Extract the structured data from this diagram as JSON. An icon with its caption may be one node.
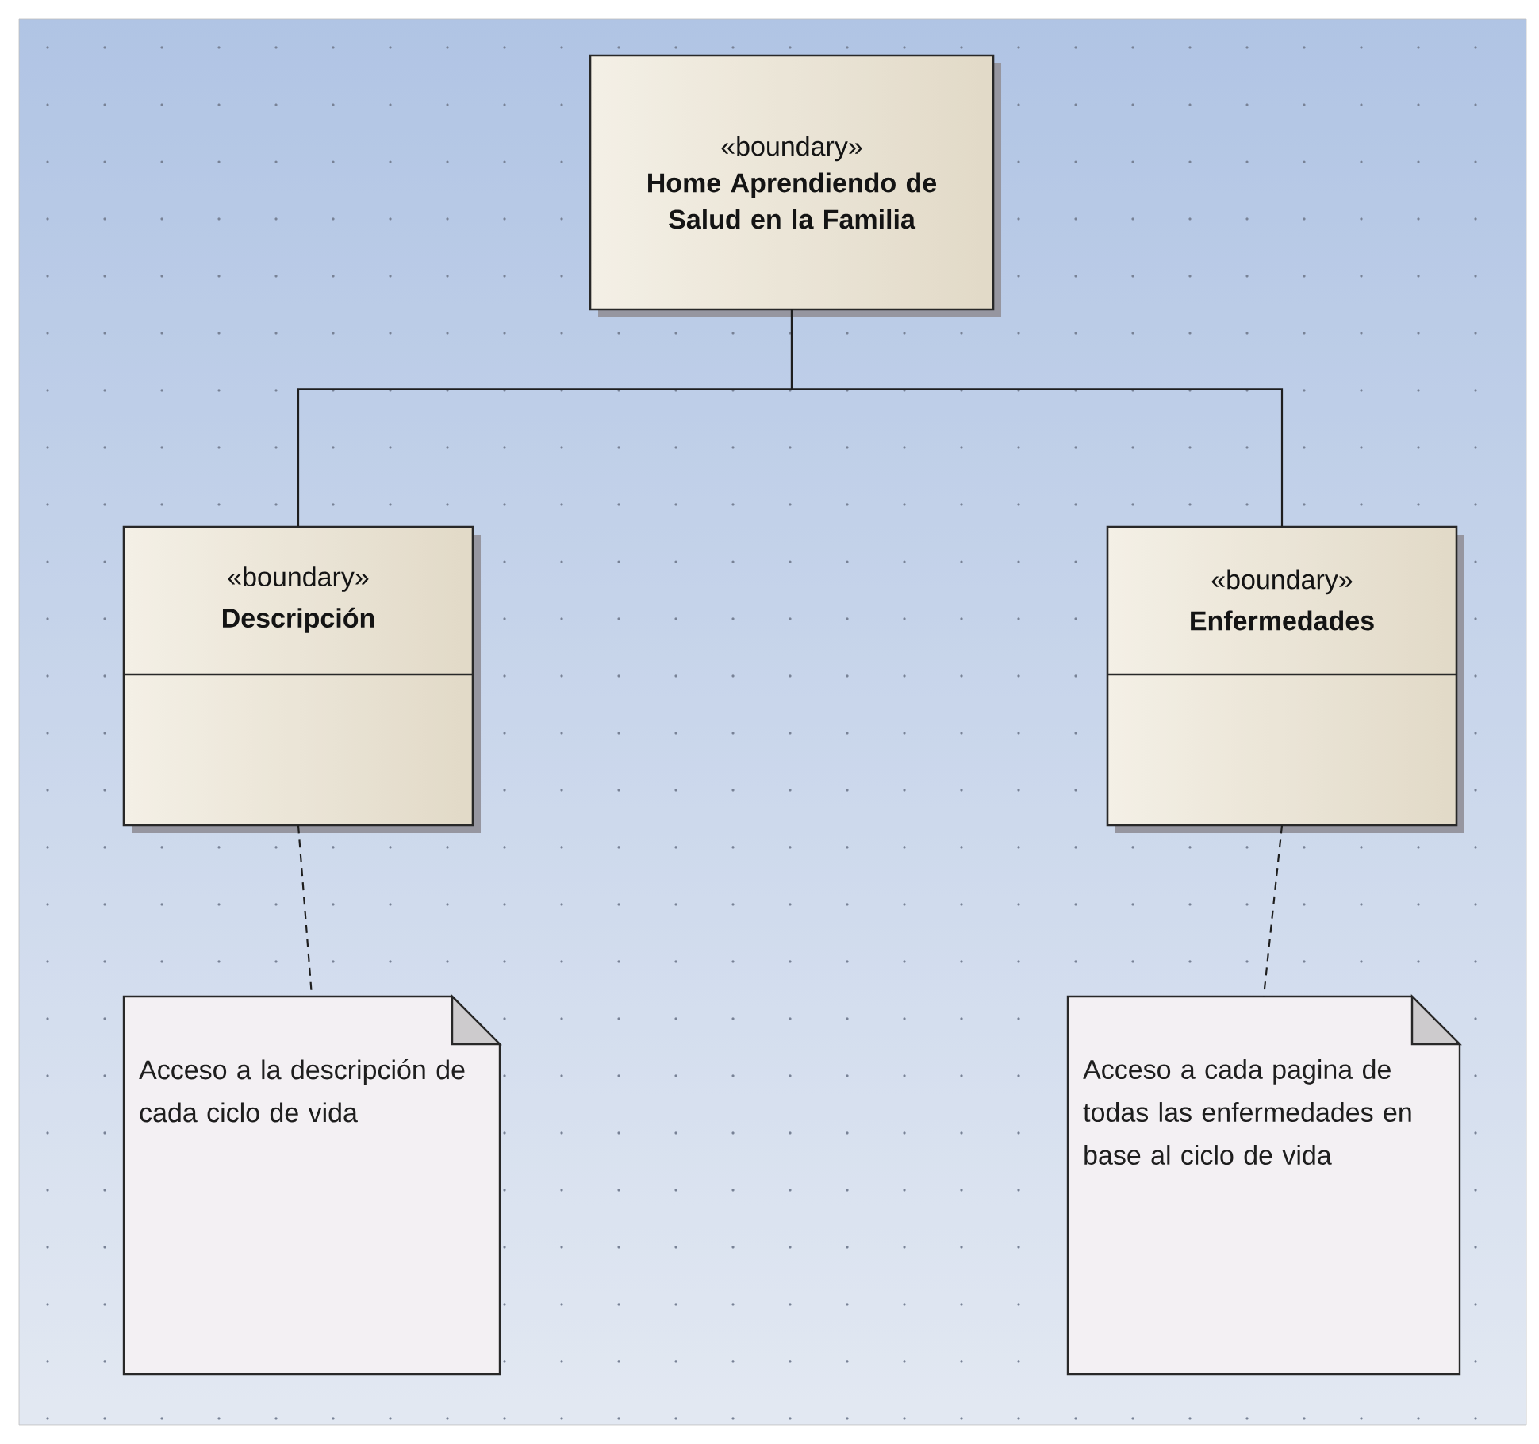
{
  "diagram": {
    "nodes": [
      {
        "text": [
          "«boundary»",
          "Home Aprendiendo de Salud en la Familia"
        ]
      },
      {
        "text": [
          "«boundary»",
          "Descripción"
        ]
      },
      {
        "text": [
          "«boundary»",
          "Enfermedades"
        ]
      },
      {
        "text": [
          "Acceso a la descripción de cada ciclo de vida"
        ]
      },
      {
        "text": [
          "Acceso a cada pagina de todas las enfermedades en base al ciclo de vida"
        ]
      }
    ],
    "edges": [
      {
        "from": 0,
        "to": 1,
        "arrow": "none"
      },
      {
        "from": 0,
        "to": 2,
        "arrow": "none"
      },
      {
        "from": 1,
        "to": 3,
        "arrow": "none",
        "style": "dashed"
      },
      {
        "from": 2,
        "to": 4,
        "arrow": "none",
        "style": "dashed"
      }
    ]
  }
}
